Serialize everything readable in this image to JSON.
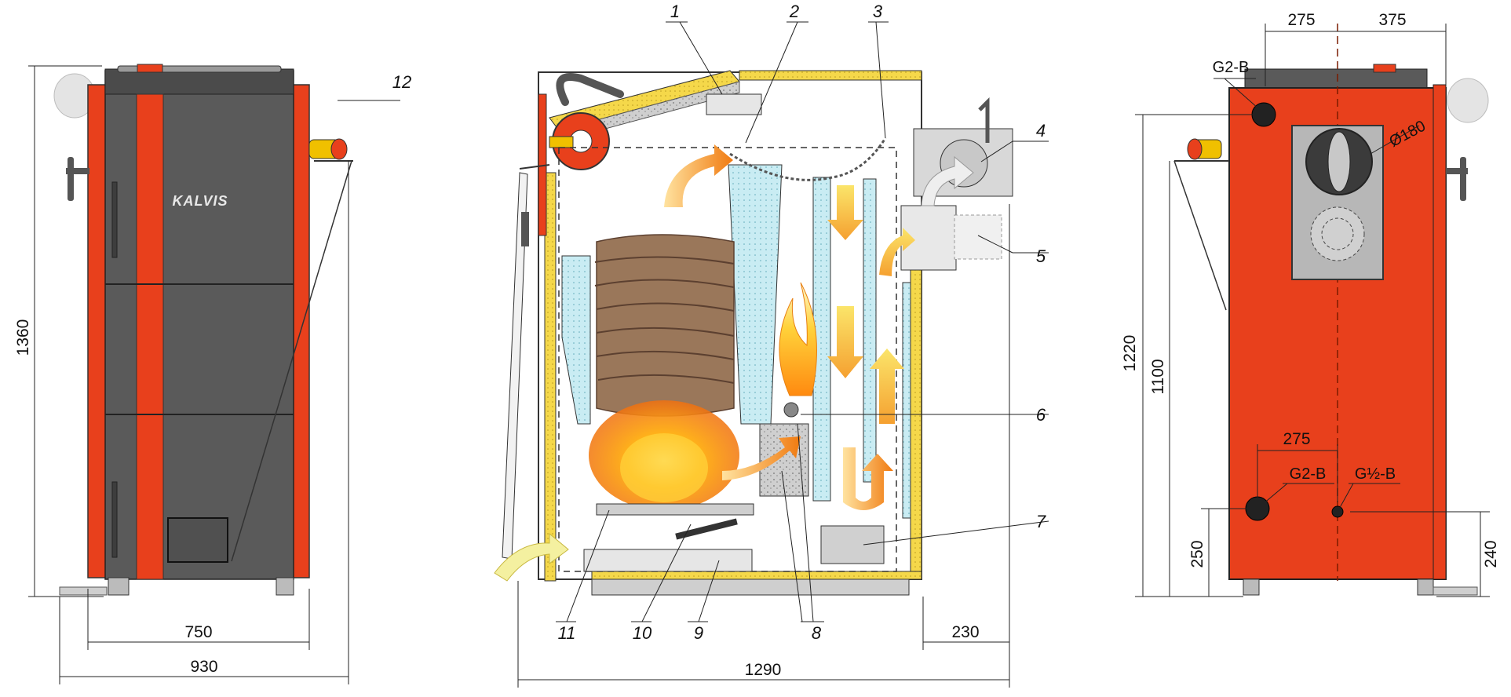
{
  "brand": "KALVIS",
  "callouts": {
    "c1": "1",
    "c2": "2",
    "c3": "3",
    "c4": "4",
    "c5": "5",
    "c6": "6",
    "c7": "7",
    "c8": "8",
    "c9": "9",
    "c10": "10",
    "c11": "11",
    "c12": "12"
  },
  "front_view": {
    "height": "1360",
    "width_inner": "750",
    "width_outer": "930"
  },
  "section_view": {
    "total_depth": "1290",
    "flue_offset": "230"
  },
  "rear_view": {
    "top_left": "275",
    "top_right": "375",
    "inlet_label": "G2-B",
    "flue_diameter": "Ø180",
    "height_outlet": "1220",
    "height_top": "1100",
    "bottom_spacing": "275",
    "return_label": "G2-B",
    "drain_label": "G½-B",
    "height_return": "250",
    "height_drain": "240"
  },
  "colors": {
    "body_red": "#e8401c",
    "panel_gray": "#5a5a5a",
    "insulation_yellow": "#f5d84a",
    "water_cyan": "#c9ecf3",
    "wood_brown": "#8c6a4f"
  }
}
